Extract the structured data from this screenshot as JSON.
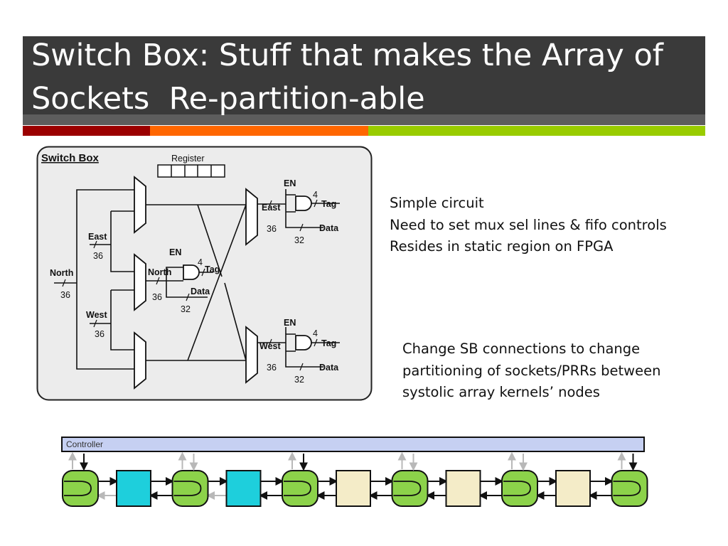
{
  "slide": {
    "title_line1": "Switch Box: Stuff that makes the Array of",
    "title_line2": "Sockets  Re-partition-able",
    "accent_colors": [
      "#9b0000",
      "#ff6600",
      "#99cc00"
    ]
  },
  "bullets_top": [
    "Simple circuit",
    "Need to set mux sel lines & fifo controls",
    "Resides in static region on FPGA"
  ],
  "bullets_bottom": [
    "Change SB connections to change",
    "partitioning of sockets/PRRs between",
    "systolic array kernels’ nodes"
  ],
  "switch_box": {
    "title": "Switch Box",
    "register_label": "Register",
    "inputs": {
      "east": "East",
      "east_width": "36",
      "north": "North",
      "north_width": "36",
      "west": "West",
      "west_width": "36"
    },
    "outputs": {
      "east": "East",
      "east_width": "36",
      "north": "North",
      "north_width": "36",
      "west": "West",
      "west_width": "36"
    },
    "en_label": "EN",
    "tag_label": "Tag",
    "tag_width": "4",
    "data_label": "Data",
    "data_width": "32"
  },
  "array_diagram": {
    "controller_label": "Controller",
    "colors": {
      "controller": "#c6d0f2",
      "switch": "#8cd24a",
      "socket_blue": "#1ecfdc",
      "socket_tan": "#f4ecc8",
      "gray_arrow": "#b8b8b8"
    },
    "sockets": [
      "blue",
      "blue",
      "tan",
      "tan",
      "tan"
    ]
  }
}
